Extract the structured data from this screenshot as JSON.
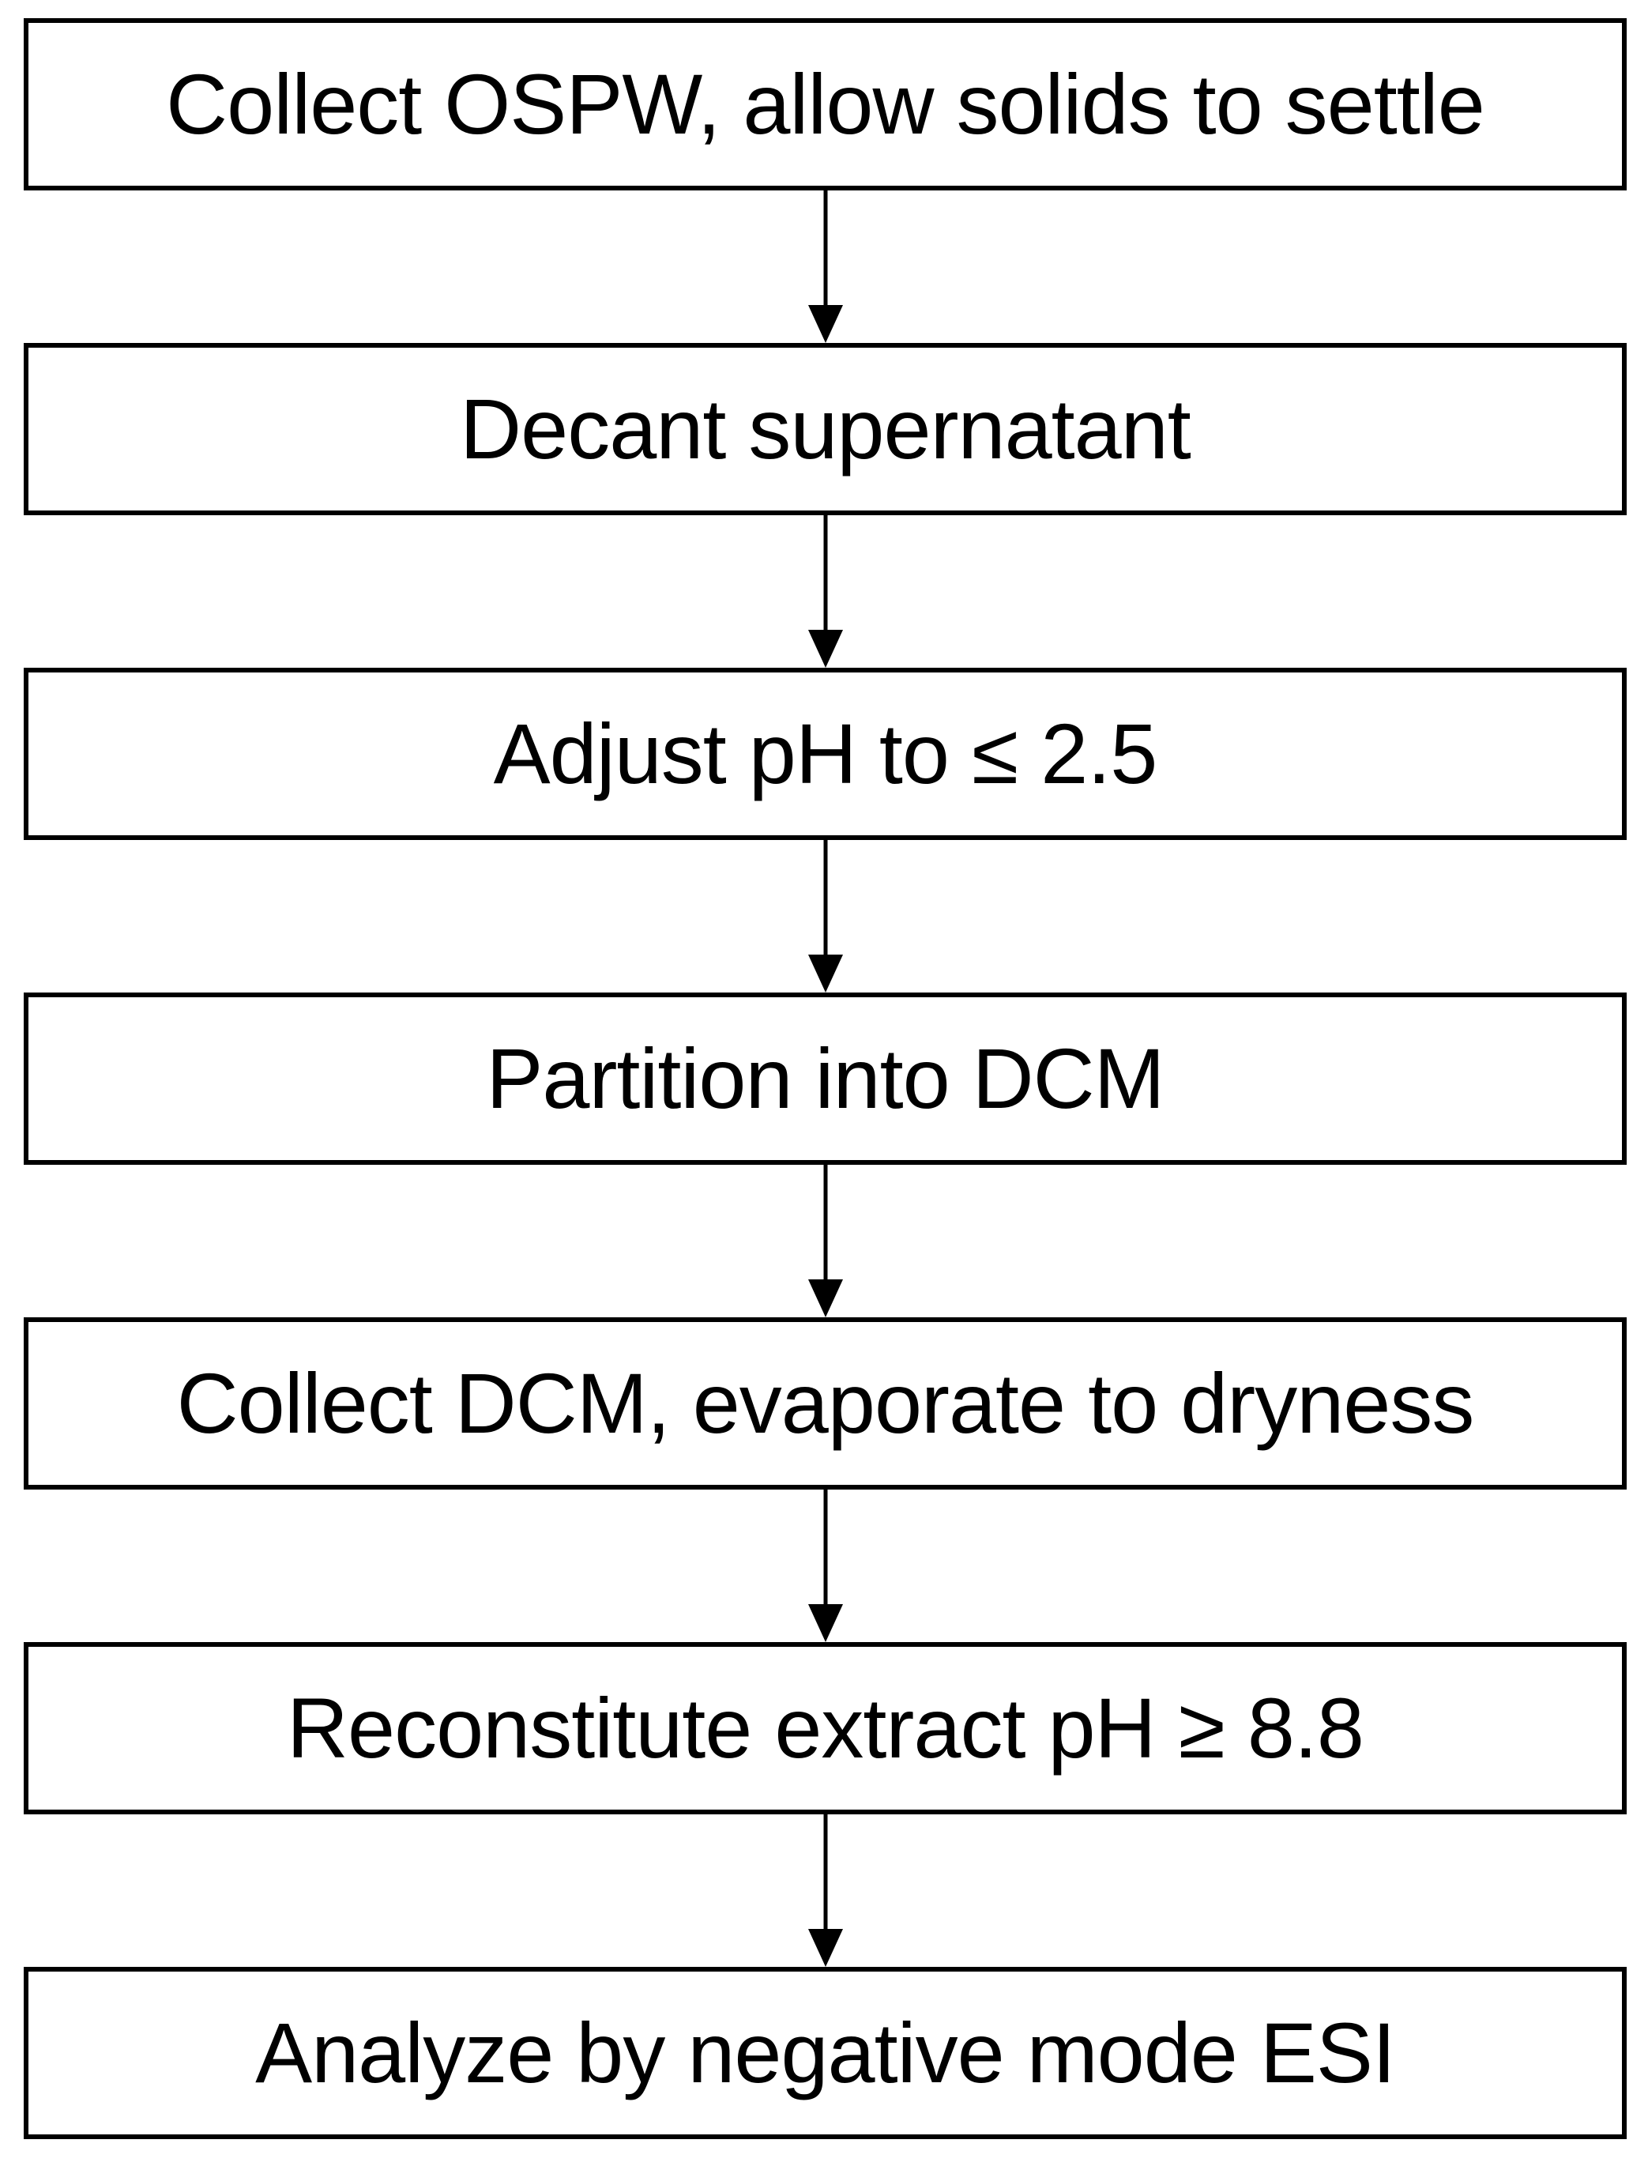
{
  "flowchart": {
    "type": "vertical-process-flow",
    "steps": [
      {
        "label": "Collect OSPW, allow solids to settle"
      },
      {
        "label": "Decant supernatant"
      },
      {
        "label": "Adjust pH to ≤ 2.5"
      },
      {
        "label": "Partition into DCM"
      },
      {
        "label": "Collect DCM, evaporate to dryness"
      },
      {
        "label": "Reconstitute extract pH ≥ 8.8"
      },
      {
        "label": "Analyze by negative mode ESI"
      }
    ],
    "connector": "down-arrow",
    "colors": {
      "box_fill": "#ffffff",
      "box_border": "#000000",
      "text": "#000000",
      "arrow": "#000000",
      "background": "#ffffff"
    }
  }
}
